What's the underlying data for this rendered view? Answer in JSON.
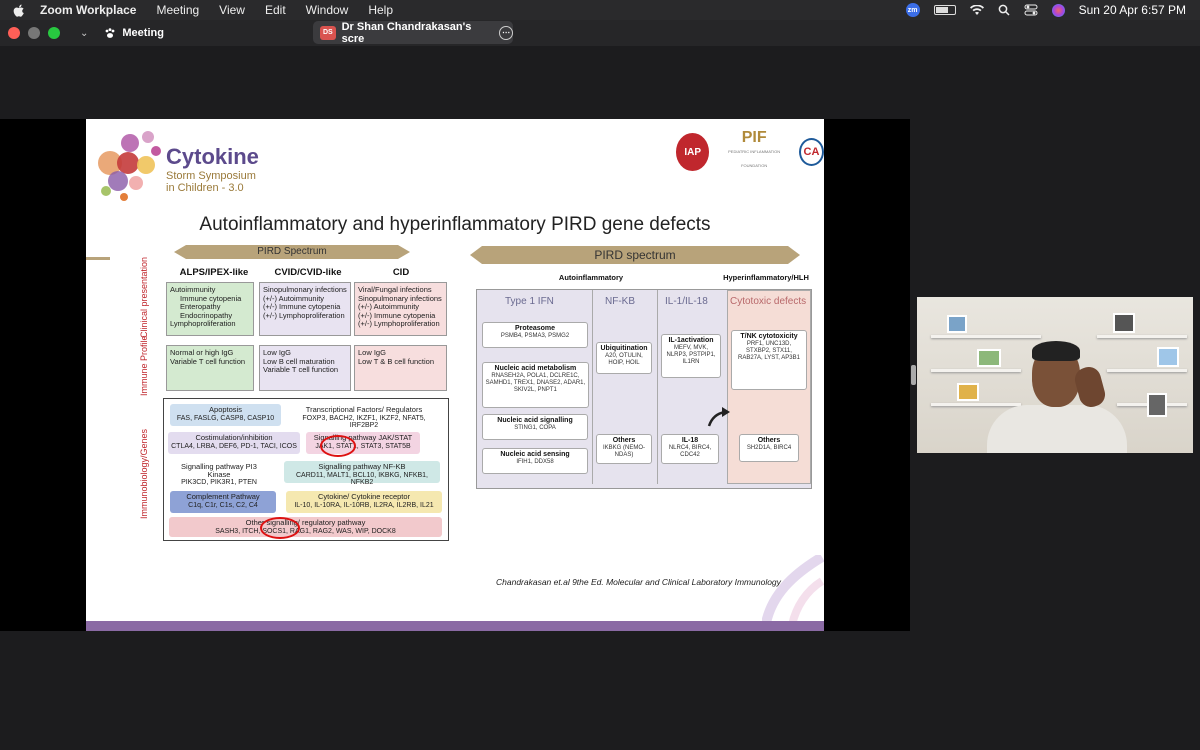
{
  "menubar": {
    "app": "Zoom Workplace",
    "items": [
      "Meeting",
      "View",
      "Edit",
      "Window",
      "Help"
    ],
    "zm_badge": "zm",
    "datetime": "Sun 20 Apr  6:57 PM"
  },
  "titlebar": {
    "meeting_label": "Meeting",
    "share_initials": "DS",
    "share_title": "Dr Shan Chandrakasan's scre"
  },
  "slide": {
    "logo_main": "Cytokine",
    "logo_sub1": "Storm Symposium",
    "logo_sub2": "in Children - 3.0",
    "sponsor_iap": "IAP",
    "sponsor_pif": "PIF",
    "sponsor_pif_small": "PEDIATRIC INFLAMMATION FOUNDATION",
    "sponsor_ca": "CA",
    "title": "Autoinflammatory and hyperinflammatory PIRD gene defects",
    "left_arrow": "PIRD Spectrum",
    "right_arrow": "PIRD spectrum",
    "col_headers": [
      "ALPS/IPEX-like",
      "CVID/CVID-like",
      "CID"
    ],
    "row_labels": [
      "Clinical presentation",
      "Immune Profile",
      "Immunobiology/Genes"
    ],
    "clinical": {
      "alps": [
        "Autoimmunity",
        "Immune cytopenia",
        "Enteropathy",
        "Endocrinopathy",
        "Lymphoproliferation"
      ],
      "cvid": [
        "Sinopulmonary infections",
        "(+/-) Autoimmunity",
        "(+/-) Immune cytopenia",
        "(+/-) Lymphoproliferation"
      ],
      "cid": [
        "Viral/Fungal infections",
        "Sinopulmonary infections",
        "(+/-) Autoimmunity",
        "(+/-) Immune cytopenia",
        "(+/-) Lymphoproliferation"
      ]
    },
    "immune": {
      "alps": [
        "Normal or high IgG",
        "Variable T cell function"
      ],
      "cvid": [
        "Low IgG",
        "Low B cell maturation",
        "Variable T cell function"
      ],
      "cid": [
        "Low IgG",
        "Low T & B cell function"
      ]
    },
    "genes": [
      {
        "title": "Apoptosis",
        "genes": "FAS, FASLG, CASP8, CASP10",
        "color": "#cfe0f0"
      },
      {
        "title": "Transcriptional Factors/ Regulators",
        "genes": "FOXP3, BACH2, IKZF1, IKZF2, NFAT5, IRF2BP2",
        "color": "#ffffff"
      },
      {
        "title": "Costimulation/inhibition",
        "genes": "CTLA4, LRBA, DEF6, PD-1, TACI, ICOS",
        "color": "#e3dcef"
      },
      {
        "title": "Signalling pathway JAK/STAT",
        "genes": "JAK1, STAT1, STAT3, STAT5B",
        "color": "#f3d4e2"
      },
      {
        "title": "Signalling pathway PI3 Kinase",
        "genes": "PIK3CD, PIK3R1, PTEN",
        "color": "#ffffff"
      },
      {
        "title": "Signalling pathway NF-KB",
        "genes": "CARD11, MALT1, BCL10, IKBKG, NFKB1, NFKB2",
        "color": "#cfe8e6"
      },
      {
        "title": "Complement Pathway",
        "genes": "C1q, C1r, C1s, C2, C4",
        "color": "#8ea2d6"
      },
      {
        "title": "Cytokine/ Cytokine receptor",
        "genes": "IL-10, IL-10RA, IL-10RB, IL2RA, IL2RB, IL21",
        "color": "#f5e8b0"
      },
      {
        "title": "Other signalling/ regulatory pathway",
        "genes": "SASH3, ITCH, SOCS1, RAG1, RAG2, WAS, WIP, DOCK8",
        "color": "#f2c9cc"
      }
    ],
    "pird_headers": {
      "auto": "Autoinflammatory",
      "hyper": "Hyperinflammatory/HLH"
    },
    "pird_cols": [
      "Type 1 IFN",
      "NF-KB",
      "IL-1/IL-18",
      "Cytotoxic defects"
    ],
    "pird_boxes": [
      {
        "title": "Proteasome",
        "text": "PSMB4, PSMA3, PSMG2"
      },
      {
        "title": "Nucleic acid metabolism",
        "text": "RNASEH2A, POLA1, DCLRE1C, SAMHD1, TREX1, DNASE2, ADAR1, SKIV2L, PNPT1"
      },
      {
        "title": "Nucleic acid signalling",
        "text": "STING1, COPA"
      },
      {
        "title": "Nucleic acid sensing",
        "text": "IFIH1, DDX58"
      },
      {
        "title": "Ubiquitination",
        "text": "A20, OTULIN, HOIP, HOIL"
      },
      {
        "title": "Others",
        "text": "IKBKG (NEMO-NDAS)"
      },
      {
        "title": "IL-1activation",
        "text": "MEFV, MVK, NLRP3, PSTPIP1, IL1RN"
      },
      {
        "title": "IL-18",
        "text": "NLRC4, BIRC4, CDC42"
      },
      {
        "title": "T/NK cytotoxicity",
        "text": "PRF1, UNC13D, STXBP2, STX11, RAB27A, LYST, AP3B1"
      },
      {
        "title": "Others",
        "text": "SH2D1A, BIRC4"
      }
    ],
    "citation": "Chandrakasan et.al  9the Ed. Molecular and Clinical Laboratory Immunology"
  }
}
